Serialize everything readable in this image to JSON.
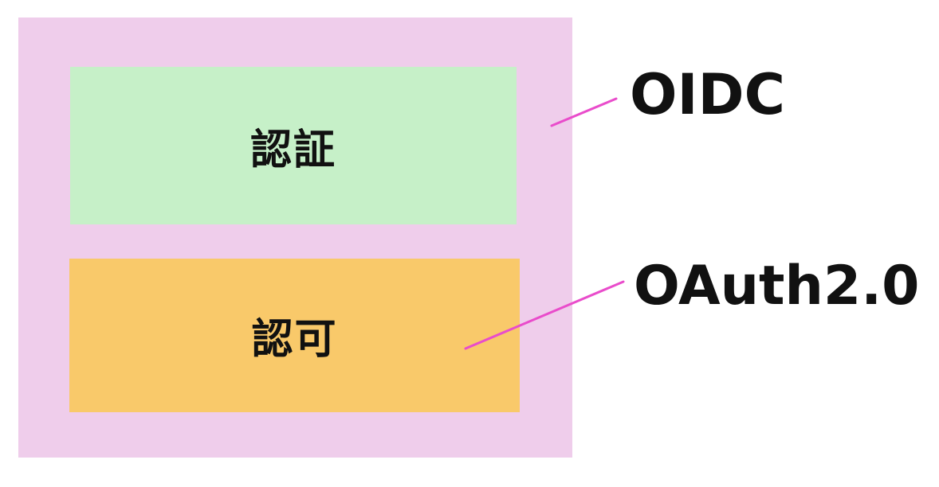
{
  "diagram": {
    "outer": {
      "label": "OIDC",
      "color": "#efcdeb"
    },
    "sections": [
      {
        "label": "認証",
        "color": "#c6f0c8"
      },
      {
        "label": "認可",
        "color": "#f9c96a"
      }
    ],
    "callouts": [
      {
        "label": "OIDC",
        "target": "outer-box"
      },
      {
        "label": "OAuth2.0",
        "target": "authorization-box"
      }
    ],
    "connector_color": "#e94ccb"
  }
}
